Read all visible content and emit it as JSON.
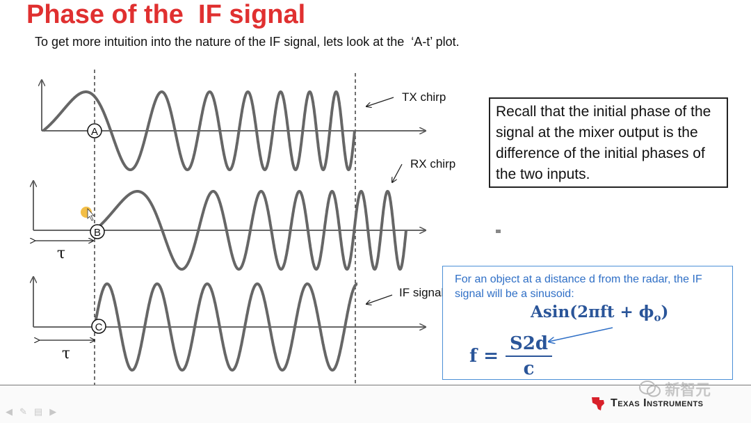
{
  "header": {
    "title": "Phase of the  IF signal",
    "subtitle": "To get more intuition into the nature of the IF signal, lets look at the  ‘A-t’ plot."
  },
  "diagram": {
    "labels": {
      "tx": "TX chirp",
      "rx": "RX chirp",
      "if": "IF signal",
      "marker_a": "A",
      "marker_b": "B",
      "marker_c": "C",
      "delay": "τ"
    },
    "colors": {
      "wave": "#666666",
      "axis": "#555555",
      "dashed": "#222222",
      "cursor": "#f2b733"
    }
  },
  "recall_box": {
    "text": "Recall that the initial phase of the signal at the mixer output is the difference of the initial phases of the two inputs."
  },
  "if_box": {
    "text": "For an object at a distance d from the radar, the IF signal will be a sinusoid:",
    "equation_main": "Asin(2πft + ϕ",
    "equation_sub": "o",
    "equation_close": ")",
    "f_label": "f =",
    "f_numerator": "S2d",
    "f_denominator": "c",
    "accent_color": "#2f6fc6"
  },
  "footer": {
    "brand": "Texas Instruments",
    "watermark": "新智元"
  }
}
